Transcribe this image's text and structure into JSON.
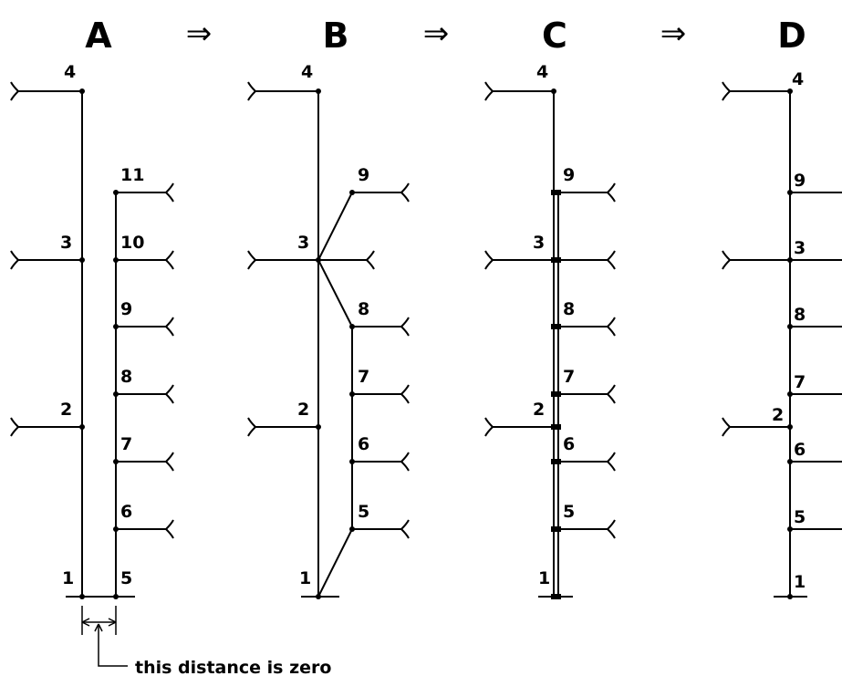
{
  "panels": [
    {
      "title": "A",
      "labels": {
        "n1": "1",
        "n2": "2",
        "n3": "3",
        "n4": "4",
        "n5": "5",
        "n6": "6",
        "n7": "7",
        "n8": "8",
        "n9": "9",
        "n10": "10",
        "n11": "11"
      }
    },
    {
      "title": "B",
      "labels": {
        "n1": "1",
        "n2": "2",
        "n3": "3",
        "n4": "4",
        "n5": "5",
        "n6": "6",
        "n7": "7",
        "n8": "8",
        "n9": "9"
      }
    },
    {
      "title": "C",
      "labels": {
        "n1": "1",
        "n2": "2",
        "n3": "3",
        "n4": "4",
        "n5": "5",
        "n6": "6",
        "n7": "7",
        "n8": "8",
        "n9": "9"
      }
    },
    {
      "title": "D",
      "labels": {
        "n1": "1",
        "n2": "2",
        "n3": "3",
        "n4": "4",
        "n5": "5",
        "n6": "6",
        "n7": "7",
        "n8": "8",
        "n9": "9"
      }
    }
  ],
  "arrows": [
    "⇒",
    "⇒",
    "⇒"
  ],
  "annotation": "this distance is zero"
}
